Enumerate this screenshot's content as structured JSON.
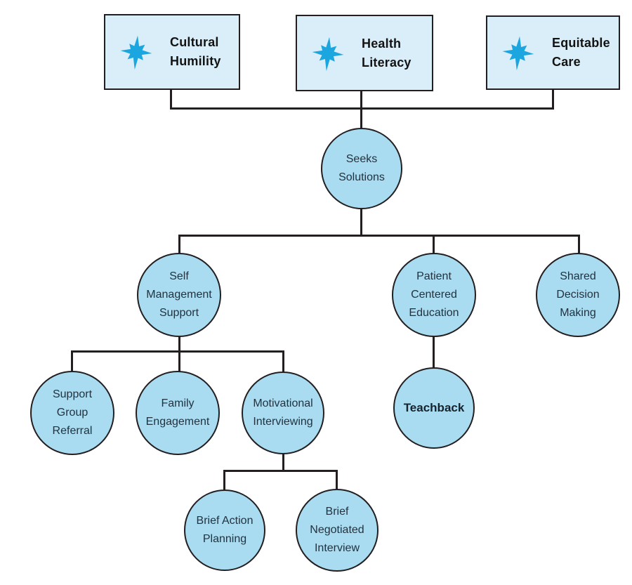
{
  "colors": {
    "box-fill": "#d9eef8",
    "circle-fill": "#a9dcf1",
    "accent": "#1ba6e0",
    "line": "#231f20",
    "box-text": "#131313",
    "circle-text": "#22323f"
  },
  "nodes": {
    "cultural_humility": {
      "label": "Cultural\nHumility",
      "icon": "starburst-icon",
      "shape": "rect"
    },
    "health_literacy": {
      "label": "Health\nLiteracy",
      "icon": "starburst-icon",
      "shape": "rect"
    },
    "equitable_care": {
      "label": "Equitable\nCare",
      "icon": "starburst-icon",
      "shape": "rect"
    },
    "seeks_solutions": {
      "label": "Seeks\nSolutions",
      "shape": "circle"
    },
    "self_management_support": {
      "label": "Self\nManagement\nSupport",
      "shape": "circle"
    },
    "patient_centered_education": {
      "label": "Patient\nCentered\nEducation",
      "shape": "circle"
    },
    "shared_decision_making": {
      "label": "Shared\nDecision\nMaking",
      "shape": "circle"
    },
    "support_group_referral": {
      "label": "Support\nGroup\nReferral",
      "shape": "circle"
    },
    "family_engagement": {
      "label": "Family\nEngagement",
      "shape": "circle"
    },
    "motivational_interviewing": {
      "label": "Motivational\nInterviewing",
      "shape": "circle"
    },
    "teachback": {
      "label": "Teachback",
      "shape": "circle",
      "bold": true
    },
    "brief_action_planning": {
      "label": "Brief Action\nPlanning",
      "shape": "circle"
    },
    "brief_negotiated_interview": {
      "label": "Brief\nNegotiated\nInterview",
      "shape": "circle"
    }
  },
  "edges": [
    {
      "from": "cultural_humility",
      "to": "seeks_solutions"
    },
    {
      "from": "health_literacy",
      "to": "seeks_solutions"
    },
    {
      "from": "equitable_care",
      "to": "seeks_solutions"
    },
    {
      "from": "seeks_solutions",
      "to": "self_management_support"
    },
    {
      "from": "seeks_solutions",
      "to": "patient_centered_education"
    },
    {
      "from": "seeks_solutions",
      "to": "shared_decision_making"
    },
    {
      "from": "self_management_support",
      "to": "support_group_referral"
    },
    {
      "from": "self_management_support",
      "to": "family_engagement"
    },
    {
      "from": "self_management_support",
      "to": "motivational_interviewing"
    },
    {
      "from": "patient_centered_education",
      "to": "teachback"
    },
    {
      "from": "motivational_interviewing",
      "to": "brief_action_planning"
    },
    {
      "from": "motivational_interviewing",
      "to": "brief_negotiated_interview"
    }
  ]
}
